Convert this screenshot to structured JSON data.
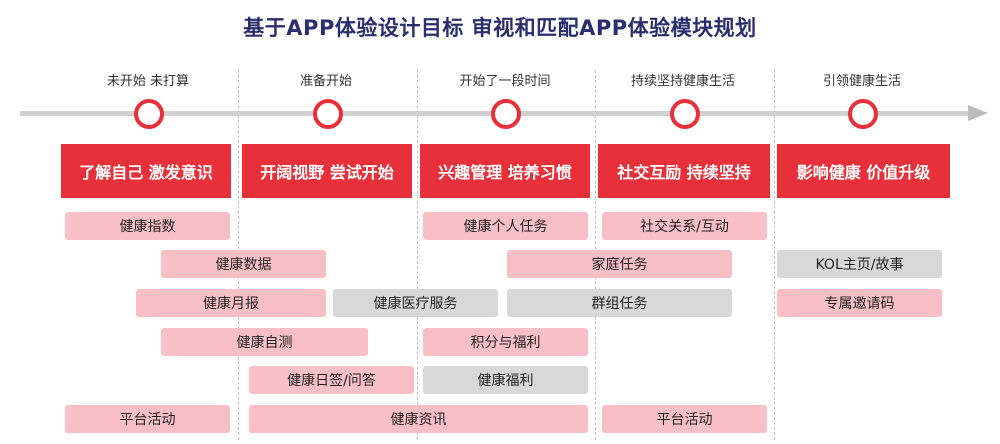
{
  "title": "基于APP体验设计目标 审视和匹配APP体验模块规划",
  "colors": {
    "accent_red": "#e8303b",
    "pink": "#f8bfc6",
    "gray": "#d8d8d8",
    "title": "#2a2e6e"
  },
  "stages": [
    {
      "label": "未开始 未打算",
      "box": "了解自己 激发意识"
    },
    {
      "label": "准备开始",
      "box": "开阔视野 尝试开始"
    },
    {
      "label": "开始了一段时间",
      "box": "兴趣管理 培养习惯"
    },
    {
      "label": "持续坚持健康生活",
      "box": "社交互励 持续坚持"
    },
    {
      "label": "引领健康生活",
      "box": "影响健康 价值升级"
    }
  ],
  "items": [
    {
      "text": "健康指数",
      "color": "pink"
    },
    {
      "text": "健康个人任务",
      "color": "pink"
    },
    {
      "text": "社交关系/互动",
      "color": "pink"
    },
    {
      "text": "健康数据",
      "color": "pink"
    },
    {
      "text": "家庭任务",
      "color": "pink"
    },
    {
      "text": "KOL主页/故事",
      "color": "gray"
    },
    {
      "text": "健康月报",
      "color": "pink"
    },
    {
      "text": "健康医疗服务",
      "color": "gray"
    },
    {
      "text": "群组任务",
      "color": "gray"
    },
    {
      "text": "专属邀请码",
      "color": "pink"
    },
    {
      "text": "健康自测",
      "color": "pink"
    },
    {
      "text": "积分与福利",
      "color": "pink"
    },
    {
      "text": "健康日签/问答",
      "color": "pink"
    },
    {
      "text": "健康福利",
      "color": "gray"
    },
    {
      "text": "平台活动",
      "color": "pink"
    },
    {
      "text": "健康资讯",
      "color": "pink"
    },
    {
      "text": "平台活动",
      "color": "pink"
    }
  ]
}
